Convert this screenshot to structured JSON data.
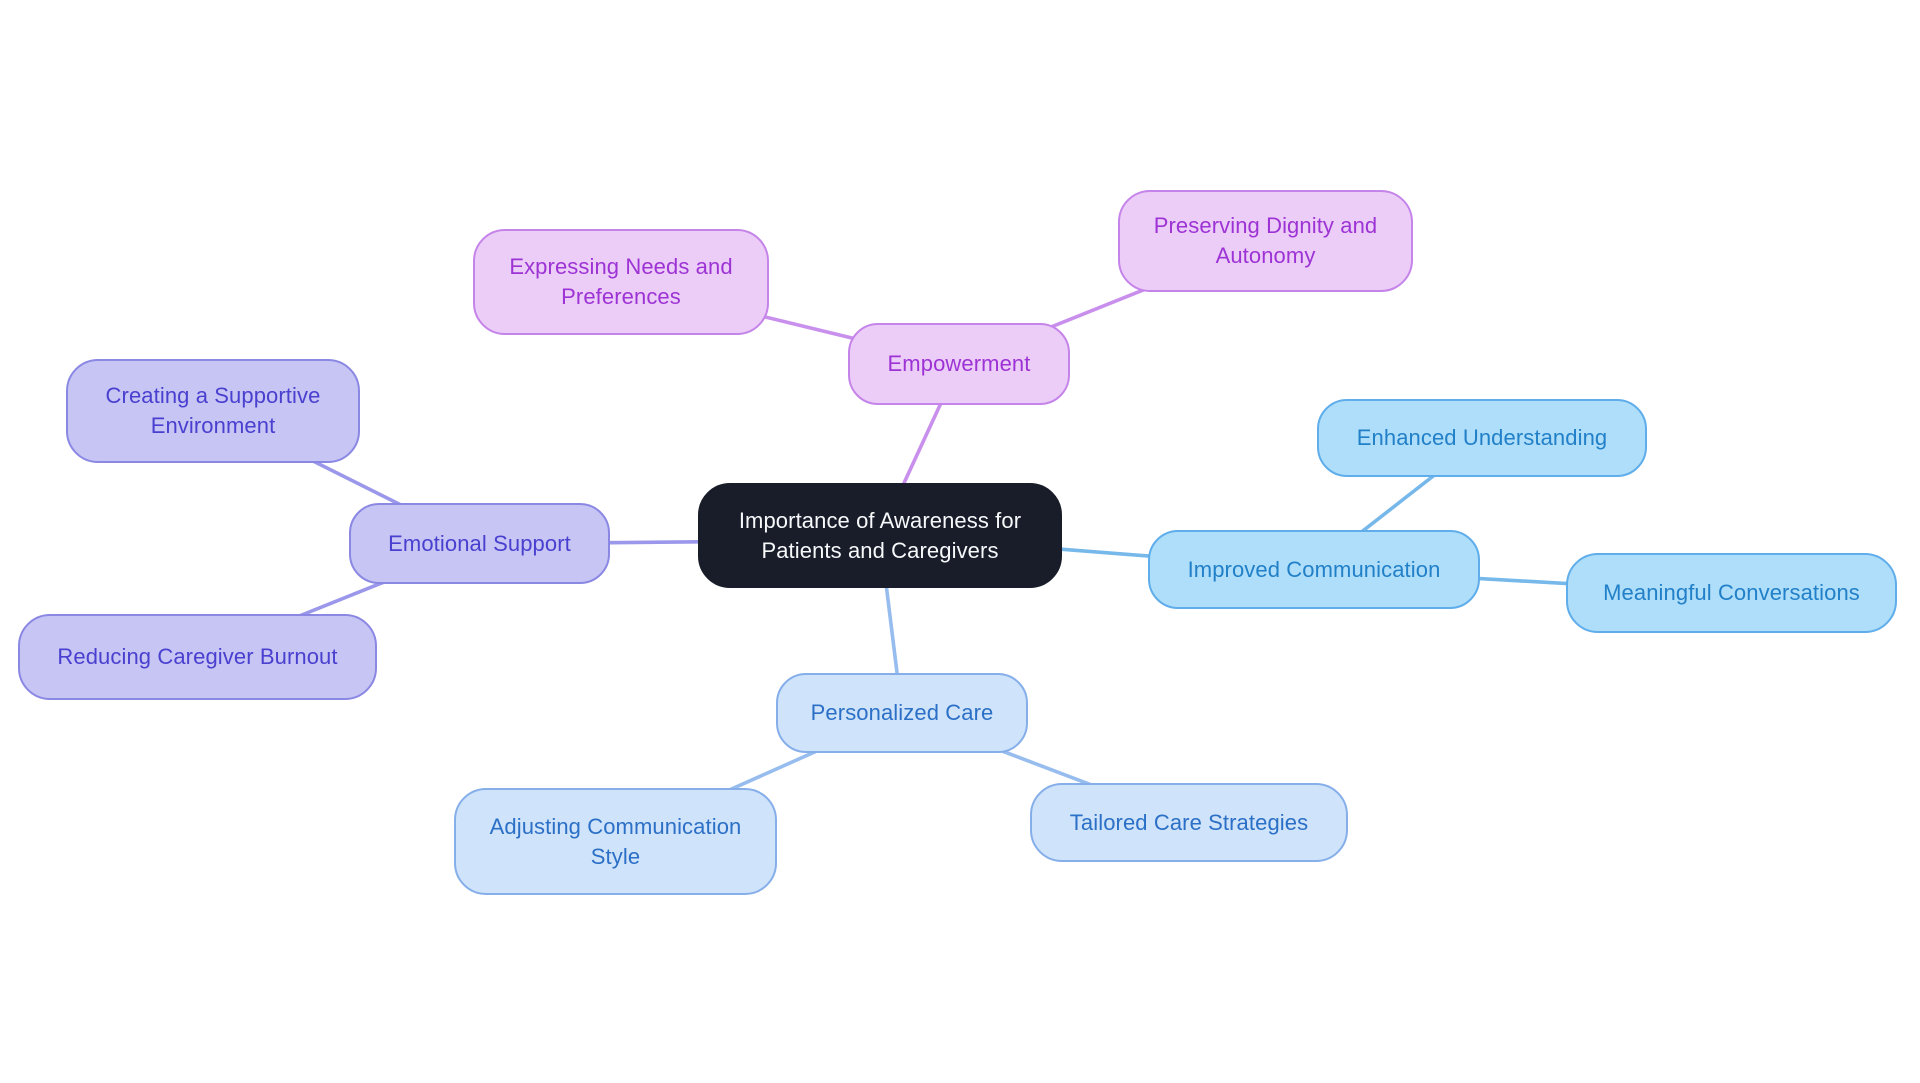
{
  "diagram": {
    "type": "mindmap",
    "root": {
      "label": "Importance of Awareness for Patients and Caregivers"
    },
    "branches": [
      {
        "label": "Empowerment",
        "children": [
          {
            "label": "Expressing Needs and Preferences"
          },
          {
            "label": "Preserving Dignity and Autonomy"
          }
        ]
      },
      {
        "label": "Emotional Support",
        "children": [
          {
            "label": "Creating a Supportive Environment"
          },
          {
            "label": "Reducing Caregiver Burnout"
          }
        ]
      },
      {
        "label": "Improved Communication",
        "children": [
          {
            "label": "Enhanced Understanding"
          },
          {
            "label": "Meaningful Conversations"
          }
        ]
      },
      {
        "label": "Personalized Care",
        "children": [
          {
            "label": "Adjusting Communication Style"
          },
          {
            "label": "Tailored Care Strategies"
          }
        ]
      }
    ]
  },
  "colors": {
    "root": {
      "bg": "#181d29",
      "text": "#f7f8fa"
    },
    "empowerment": {
      "bg": "#eccdf8",
      "border": "#c584e9",
      "text": "#9d33d4",
      "edge": "#c98fec"
    },
    "emotional": {
      "bg": "#c7c5f4",
      "border": "#8b88e4",
      "text": "#4a40d0",
      "edge": "#9b97ea"
    },
    "communication": {
      "bg": "#aedef9",
      "border": "#5fadea",
      "text": "#2280c8",
      "edge": "#77b8ea"
    },
    "personalized": {
      "bg": "#cfe3fa",
      "border": "#86afea",
      "text": "#2b70c6",
      "edge": "#97bcee"
    }
  }
}
